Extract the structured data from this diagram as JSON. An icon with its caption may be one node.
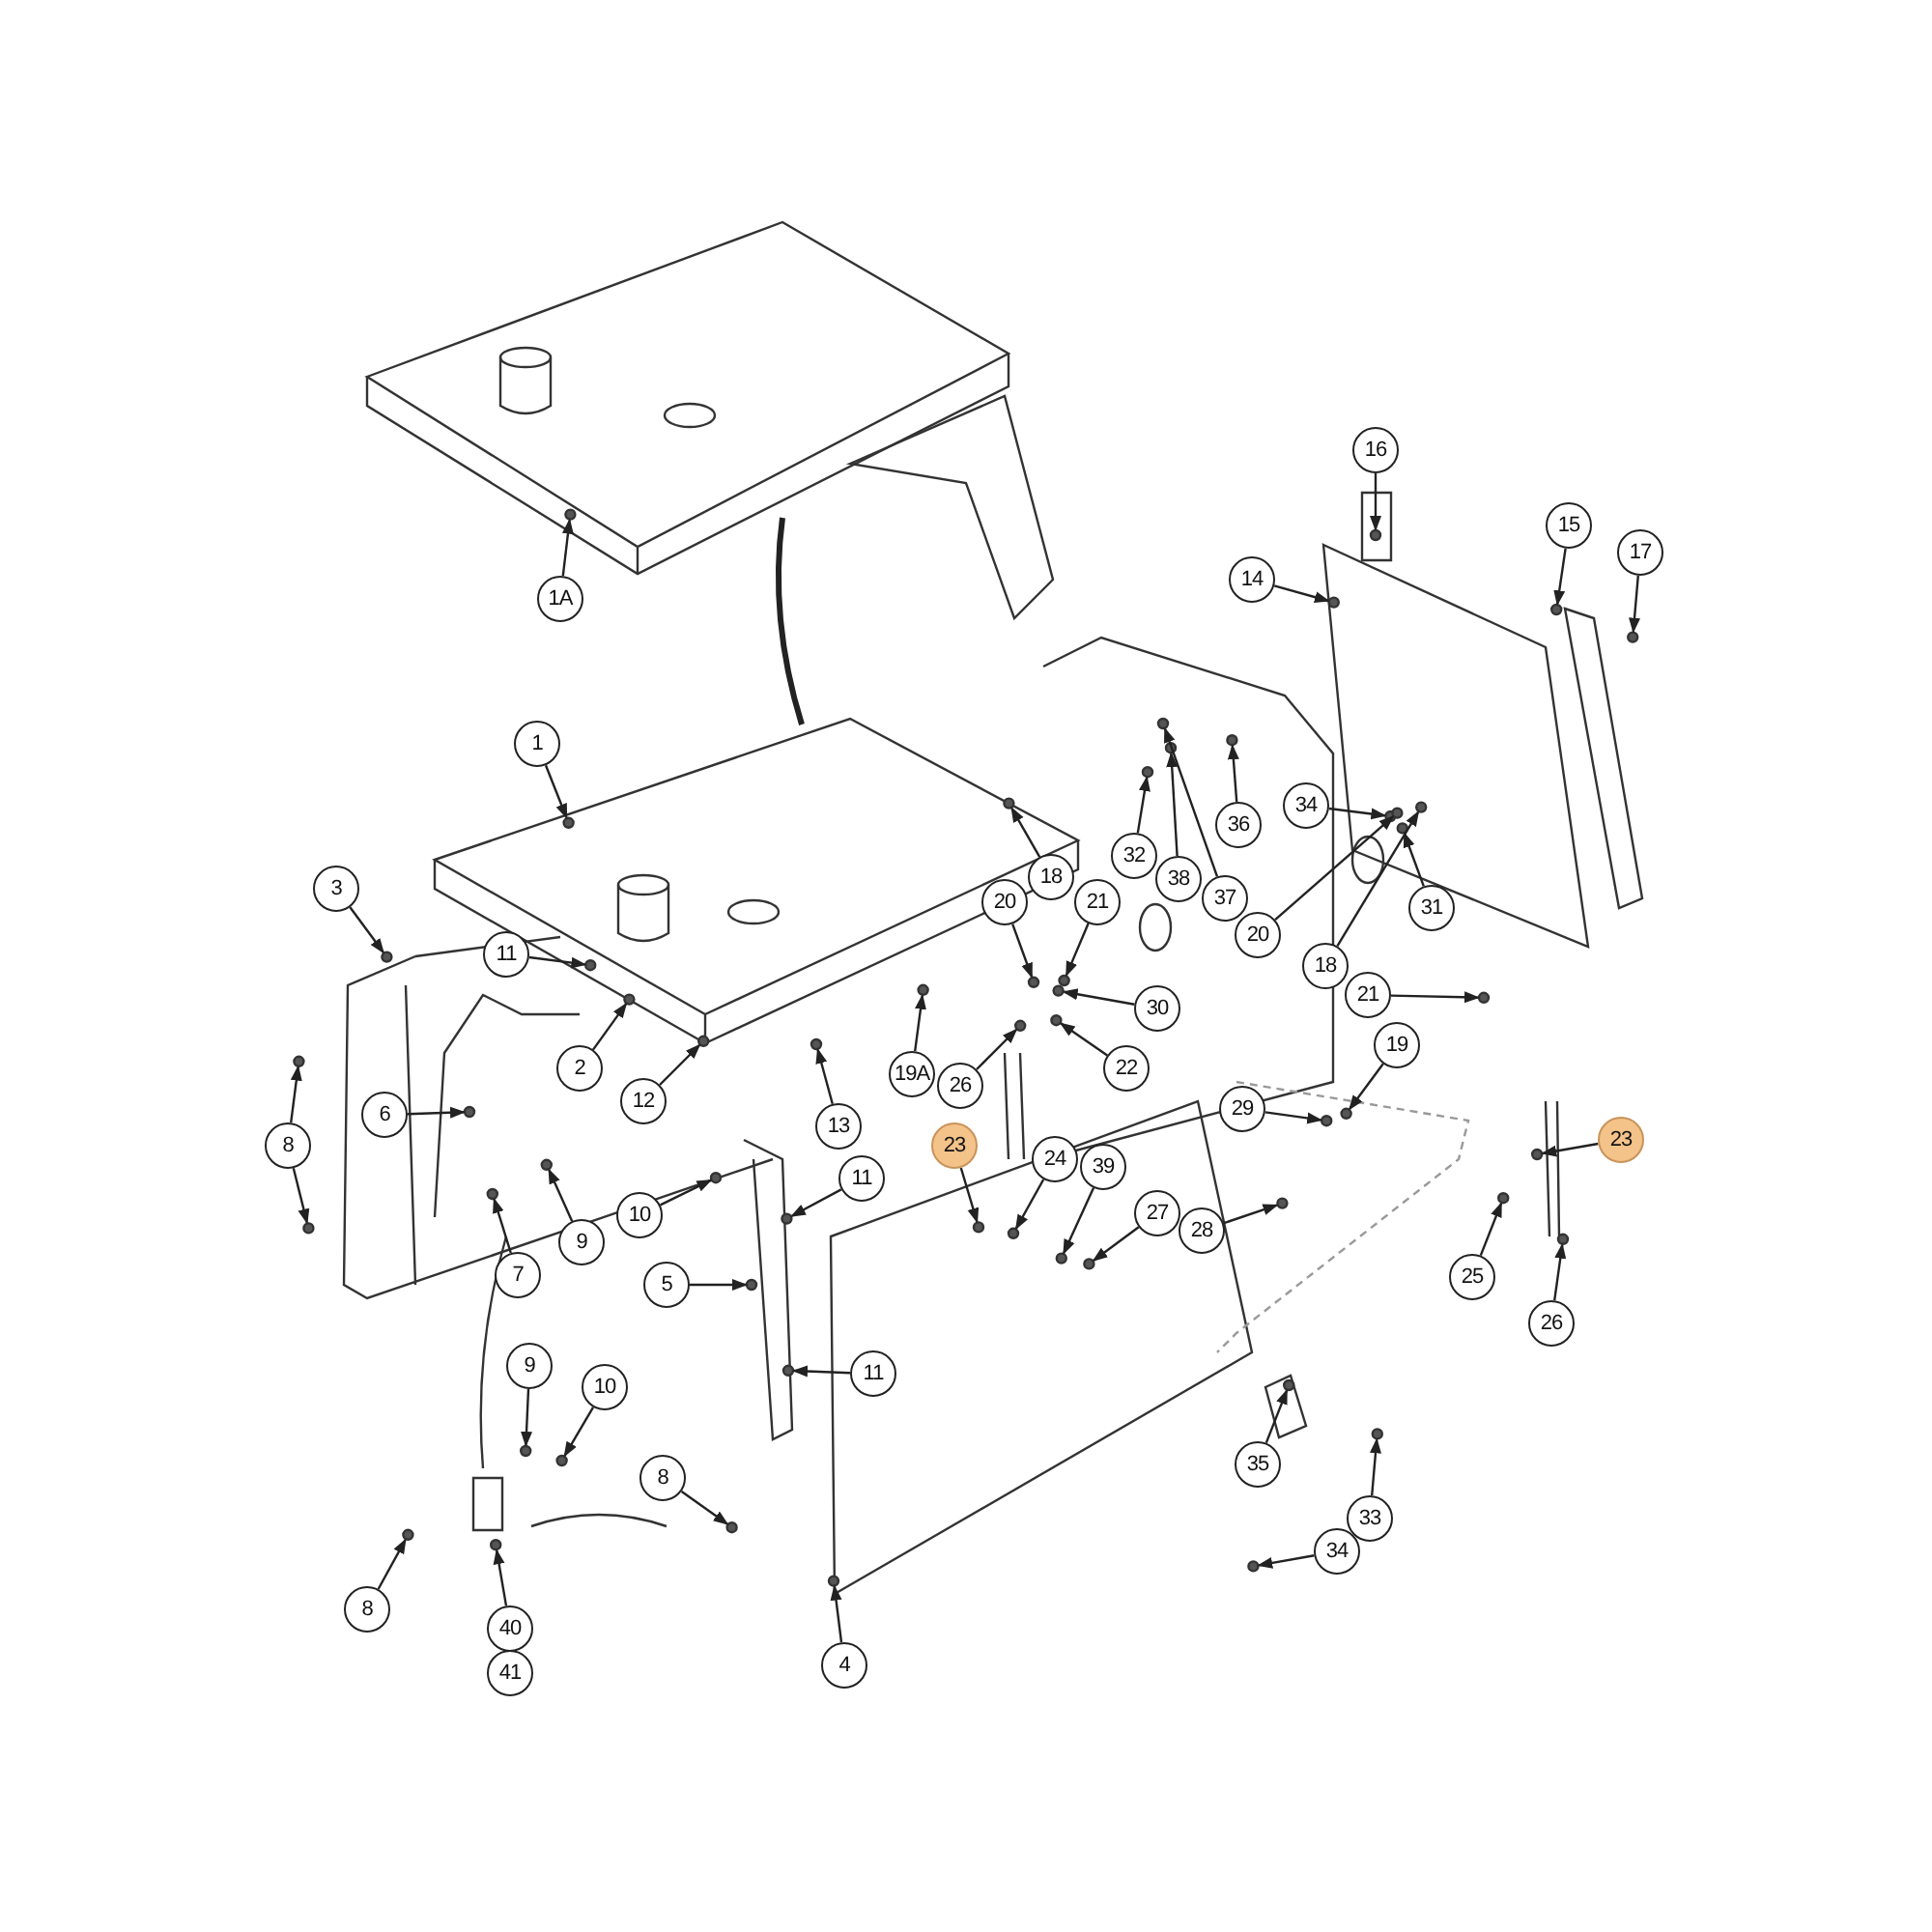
{
  "diagram": {
    "nodes": [
      {
        "text": [
          "1A"
        ]
      },
      {
        "text": [
          "16"
        ]
      },
      {
        "text": [
          "15"
        ]
      },
      {
        "text": [
          "17"
        ]
      },
      {
        "text": [
          "14"
        ]
      },
      {
        "text": [
          "1"
        ]
      },
      {
        "text": [
          "3"
        ]
      },
      {
        "text": [
          "11"
        ]
      },
      {
        "text": [
          "2"
        ]
      },
      {
        "text": [
          "12"
        ]
      },
      {
        "text": [
          "19A"
        ]
      },
      {
        "text": [
          "26"
        ]
      },
      {
        "text": [
          "20"
        ]
      },
      {
        "text": [
          "18"
        ]
      },
      {
        "text": [
          "21"
        ]
      },
      {
        "text": [
          "32"
        ]
      },
      {
        "text": [
          "38"
        ]
      },
      {
        "text": [
          "37"
        ]
      },
      {
        "text": [
          "36"
        ]
      },
      {
        "text": [
          "34"
        ]
      },
      {
        "text": [
          "31"
        ]
      },
      {
        "text": [
          "22"
        ]
      },
      {
        "text": [
          "30"
        ]
      },
      {
        "text": [
          "20"
        ]
      },
      {
        "text": [
          "18"
        ]
      },
      {
        "text": [
          "21"
        ]
      },
      {
        "text": [
          "19"
        ]
      },
      {
        "text": [
          "13"
        ]
      },
      {
        "text": [
          "29"
        ]
      },
      {
        "text": [
          "8"
        ]
      },
      {
        "text": [
          "6"
        ]
      },
      {
        "text": [
          "23"
        ]
      },
      {
        "text": [
          "24"
        ]
      },
      {
        "text": [
          "39"
        ]
      },
      {
        "text": [
          "27"
        ]
      },
      {
        "text": [
          "28"
        ]
      },
      {
        "text": [
          "23"
        ]
      },
      {
        "text": [
          "9"
        ]
      },
      {
        "text": [
          "10"
        ]
      },
      {
        "text": [
          "11"
        ]
      },
      {
        "text": [
          "7"
        ]
      },
      {
        "text": [
          "25"
        ]
      },
      {
        "text": [
          "26"
        ]
      },
      {
        "text": [
          "5"
        ]
      },
      {
        "text": [
          "11"
        ]
      },
      {
        "text": [
          "9"
        ]
      },
      {
        "text": [
          "10"
        ]
      },
      {
        "text": [
          "8"
        ]
      },
      {
        "text": [
          "35"
        ]
      },
      {
        "text": [
          "34"
        ]
      },
      {
        "text": [
          "33"
        ]
      },
      {
        "text": [
          "8"
        ]
      },
      {
        "text": [
          "40"
        ]
      },
      {
        "text": [
          "41"
        ]
      },
      {
        "text": [
          "4"
        ]
      }
    ],
    "edges": [
      {
        "from": 0,
        "to": null,
        "arrow": "to"
      },
      {
        "from": 1,
        "to": null,
        "arrow": "to"
      },
      {
        "from": 2,
        "to": null,
        "arrow": "to"
      },
      {
        "from": 3,
        "to": null,
        "arrow": "to"
      },
      {
        "from": 4,
        "to": null,
        "arrow": "to"
      },
      {
        "from": 5,
        "to": null,
        "arrow": "to"
      },
      {
        "from": 6,
        "to": null,
        "arrow": "to"
      },
      {
        "from": 7,
        "to": null,
        "arrow": "to"
      },
      {
        "from": 8,
        "to": null,
        "arrow": "to"
      },
      {
        "from": 9,
        "to": null,
        "arrow": "to"
      },
      {
        "from": 10,
        "to": null,
        "arrow": "to"
      },
      {
        "from": 11,
        "to": null,
        "arrow": "to"
      },
      {
        "from": 12,
        "to": null,
        "arrow": "to"
      },
      {
        "from": 13,
        "to": null,
        "arrow": "to"
      },
      {
        "from": 14,
        "to": null,
        "arrow": "to"
      },
      {
        "from": 15,
        "to": null,
        "arrow": "to"
      },
      {
        "from": 16,
        "to": null,
        "arrow": "to"
      },
      {
        "from": 17,
        "to": null,
        "arrow": "to"
      },
      {
        "from": 18,
        "to": null,
        "arrow": "to"
      },
      {
        "from": 19,
        "to": null,
        "arrow": "to"
      },
      {
        "from": 20,
        "to": null,
        "arrow": "to"
      },
      {
        "from": 21,
        "to": null,
        "arrow": "to"
      },
      {
        "from": 22,
        "to": null,
        "arrow": "to"
      },
      {
        "from": 23,
        "to": null,
        "arrow": "to"
      },
      {
        "from": 24,
        "to": null,
        "arrow": "to"
      },
      {
        "from": 25,
        "to": null,
        "arrow": "to"
      },
      {
        "from": 26,
        "to": null,
        "arrow": "to"
      },
      {
        "from": 27,
        "to": null,
        "arrow": "to"
      },
      {
        "from": 28,
        "to": null,
        "arrow": "to"
      },
      {
        "from": 29,
        "to": null,
        "arrow": "to"
      },
      {
        "from": 29,
        "to": null,
        "arrow": "to"
      },
      {
        "from": 30,
        "to": null,
        "arrow": "to"
      },
      {
        "from": 31,
        "to": null,
        "arrow": "to"
      },
      {
        "from": 32,
        "to": null,
        "arrow": "to"
      },
      {
        "from": 33,
        "to": null,
        "arrow": "to"
      },
      {
        "from": 34,
        "to": null,
        "arrow": "to"
      },
      {
        "from": 35,
        "to": null,
        "arrow": "to"
      },
      {
        "from": 36,
        "to": null,
        "arrow": "to"
      },
      {
        "from": 37,
        "to": null,
        "arrow": "to"
      },
      {
        "from": 38,
        "to": null,
        "arrow": "to"
      },
      {
        "from": 39,
        "to": null,
        "arrow": "to"
      },
      {
        "from": 40,
        "to": null,
        "arrow": "to"
      },
      {
        "from": 41,
        "to": null,
        "arrow": "to"
      },
      {
        "from": 42,
        "to": null,
        "arrow": "to"
      },
      {
        "from": 43,
        "to": null,
        "arrow": "to"
      },
      {
        "from": 44,
        "to": null,
        "arrow": "to"
      },
      {
        "from": 45,
        "to": null,
        "arrow": "to"
      },
      {
        "from": 46,
        "to": null,
        "arrow": "to"
      },
      {
        "from": 47,
        "to": null,
        "arrow": "to"
      },
      {
        "from": 48,
        "to": null,
        "arrow": "to"
      },
      {
        "from": 49,
        "to": null,
        "arrow": "to"
      },
      {
        "from": 50,
        "to": null,
        "arrow": "to"
      },
      {
        "from": 51,
        "to": null,
        "arrow": "to"
      },
      {
        "from": 52,
        "to": null,
        "arrow": "to"
      },
      {
        "from": 54,
        "to": null,
        "arrow": "to"
      }
    ]
  }
}
